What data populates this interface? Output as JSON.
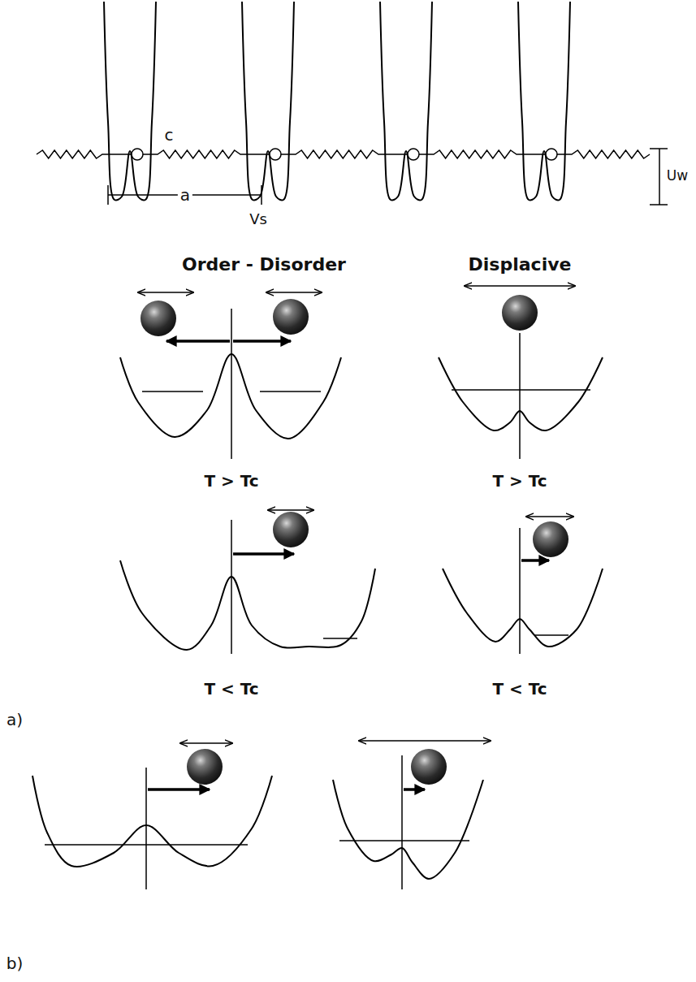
{
  "diagram": {
    "labels": [
      "c",
      "a",
      "Vs",
      "Uw",
      "Order - Disorder",
      "Displacive",
      "T > Tc",
      "T > Tc",
      "T < Tc",
      "T < Tc",
      "a)",
      "b)"
    ]
  }
}
